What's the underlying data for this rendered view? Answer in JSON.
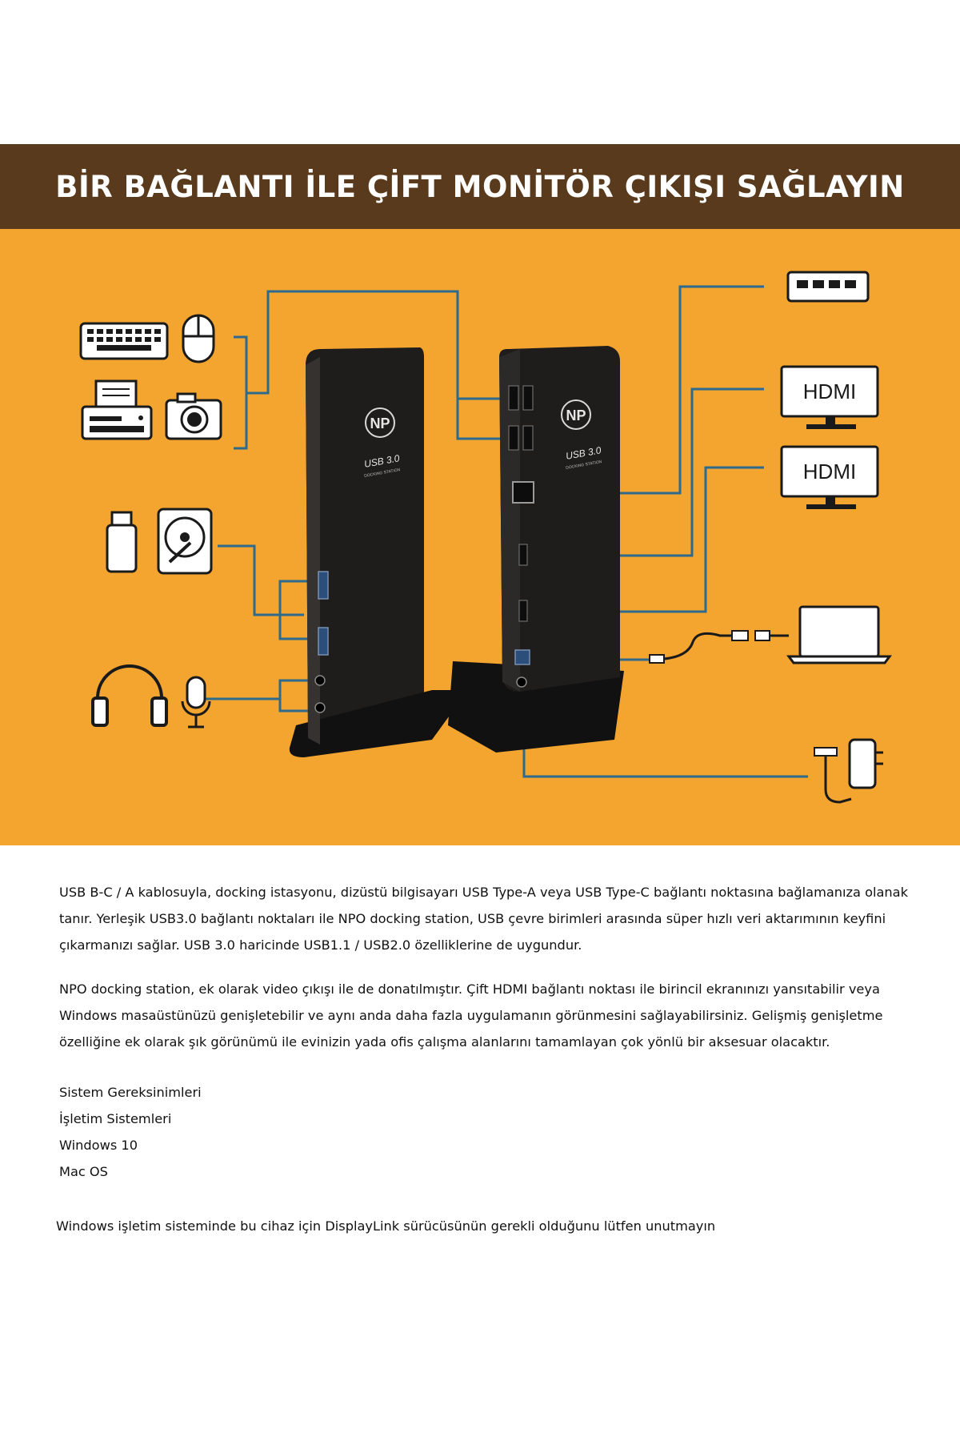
{
  "banner": {
    "title": "BİR BAĞLANTI İLE ÇİFT MONİTÖR ÇIKIŞI SAĞLAYIN"
  },
  "product": {
    "logo_text": "NP",
    "front_label": "USB 3.0",
    "front_sublabel": "DOCKING STATION",
    "back_label": "USB 3.0",
    "back_sublabel": "DOCKING STATION"
  },
  "diagram": {
    "monitor_1_label": "HDMI",
    "monitor_2_label": "HDMI",
    "colors": {
      "panel": "#f3a530",
      "banner": "#5a3a1c",
      "line": "#2d6a8c",
      "icon_fill": "#ffffff",
      "icon_stroke": "#1a1a1a"
    },
    "icons": [
      "keyboard-icon",
      "mouse-icon",
      "printer-icon",
      "camera-icon",
      "usb-stick-icon",
      "hard-drive-icon",
      "headphones-icon",
      "microphone-icon",
      "ethernet-switch-icon",
      "hdmi-monitor-icon",
      "laptop-icon",
      "power-adapter-icon"
    ]
  },
  "body": {
    "paragraph_1": "USB B-C / A kablosuyla, docking  istasyonu, dizüstü bilgisayarı USB Type-A veya USB Type-C bağlantı noktasına bağlamanıza olanak tanır. Yerleşik USB3.0 bağlantı noktaları ile NPO docking station, USB çevre birimleri arasında süper hızlı veri aktarımının keyfini çıkarmanızı sağlar. USB 3.0 haricinde USB1.1 / USB2.0 özelliklerine de uygundur.",
    "paragraph_2": "NPO docking station, ek olarak video çıkışı ile de donatılmıştır. Çift HDMI bağlantı noktası ile birincil ekranınızı yansıtabilir veya Windows masaüstünüzü genişletebilir ve aynı anda daha fazla uygulamanın görünmesini sağlayabilirsiniz. Gelişmiş genişletme özelliğine ek olarak şık görünümü ile evinizin yada ofis çalışma alanlarını tamamlayan çok yönlü bir aksesuar olacaktır.",
    "requirements": [
      "Sistem Gereksinimleri",
      "İşletim Sistemleri",
      "Windows 10",
      "Mac OS"
    ],
    "note": "Windows işletim sisteminde bu cihaz için DisplayLink sürücüsünün gerekli olduğunu lütfen unutmayın"
  }
}
